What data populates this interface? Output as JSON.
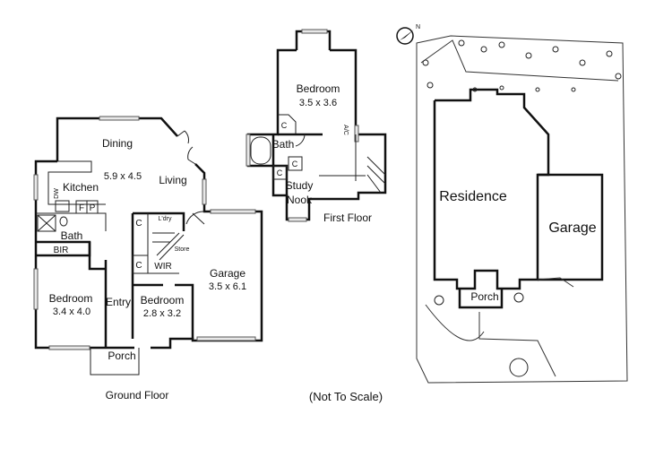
{
  "ground_floor": {
    "title": "Ground Floor",
    "rooms": {
      "dining": "Dining",
      "dining_size": "5.9 x 4.5",
      "living": "Living",
      "kitchen": "Kitchen",
      "dw": "DW",
      "fridge": "F",
      "pantry": "P",
      "bath": "Bath",
      "bir": "BIR",
      "laundry": "L'dry",
      "store": "Store",
      "cupboard_1": "C",
      "cupboard_2": "C",
      "wir": "WIR",
      "bedroom1": "Bedroom",
      "bedroom1_size": "3.4 x 4.0",
      "entry": "Entry",
      "bedroom2": "Bedroom",
      "bedroom2_size": "2.8 x 3.2",
      "garage": "Garage",
      "garage_size": "3.5 x 6.1",
      "porch": "Porch"
    }
  },
  "first_floor": {
    "title": "First Floor",
    "rooms": {
      "bedroom": "Bedroom",
      "bedroom_size": "3.5 x 3.6",
      "bath": "Bath",
      "ac": "A/C",
      "cupboard_1": "C",
      "cupboard_2": "C",
      "cupboard_3": "C",
      "study": "Study",
      "nook": "Nook"
    }
  },
  "site_plan": {
    "residence": "Residence",
    "garage": "Garage",
    "porch": "Porch",
    "north_label": "N"
  },
  "note": "(Not To Scale)"
}
